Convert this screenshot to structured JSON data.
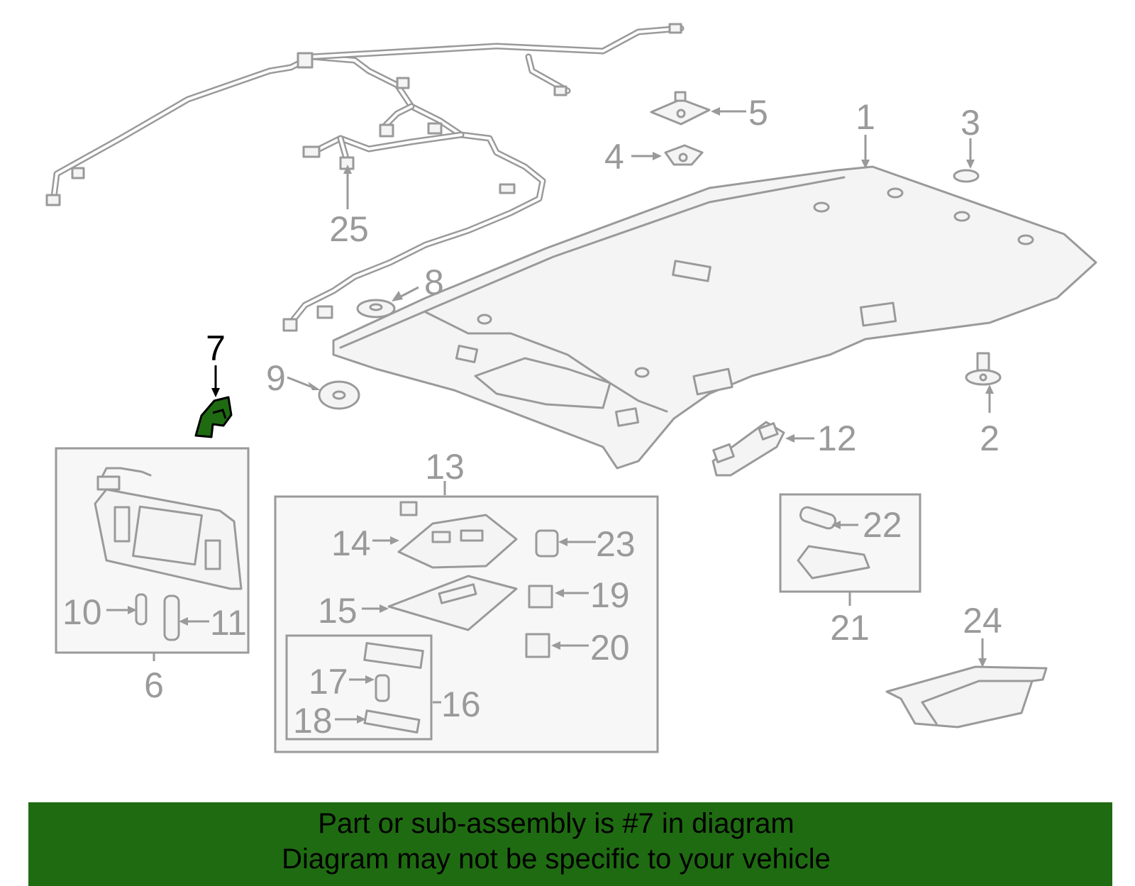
{
  "callouts": {
    "c1": "1",
    "c2": "2",
    "c3": "3",
    "c4": "4",
    "c5": "5",
    "c6": "6",
    "c7": "7",
    "c8": "8",
    "c9": "9",
    "c10": "10",
    "c11": "11",
    "c12": "12",
    "c13": "13",
    "c14": "14",
    "c15": "15",
    "c16": "16",
    "c17": "17",
    "c18": "18",
    "c19": "19",
    "c20": "20",
    "c21": "21",
    "c22": "22",
    "c23": "23",
    "c24": "24",
    "c25": "25"
  },
  "highlighted_part": "7",
  "colors": {
    "highlight": "#1f6b12",
    "line": "#9a9a9a",
    "banner_text": "#000000"
  },
  "banner": {
    "line1": "Part or sub-assembly is #7 in diagram",
    "line2": "Diagram may not be specific to your vehicle"
  }
}
